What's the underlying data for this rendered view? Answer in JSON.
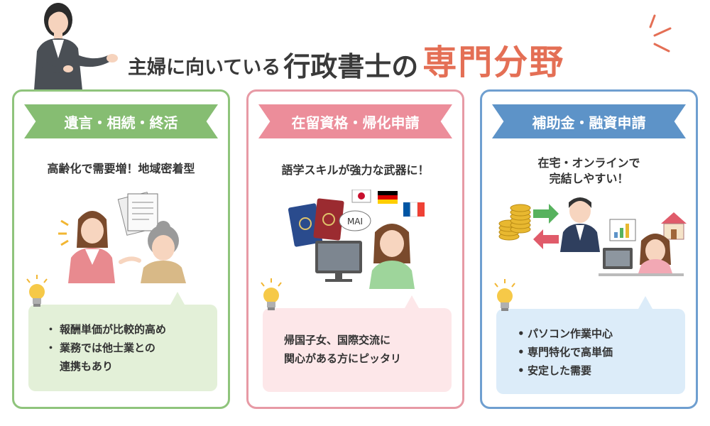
{
  "header": {
    "title_small": "主婦に向いている",
    "title_mid": "行政書士の",
    "title_big": "専門分野"
  },
  "cards": [
    {
      "title": "遺言・相続・終活",
      "subtitle_lines": [
        "高齢化で需要増！地域密着型"
      ],
      "items": [
        "報酬単価が比較的高め",
        "業務では他士業との",
        "連携もあり"
      ]
    },
    {
      "title": "在留資格・帰化申請",
      "subtitle_lines": [
        "語学スキルが強力な武器に！"
      ],
      "bubble_text": "MAI",
      "lines": [
        "帰国子女、国際交流に",
        "関心がある方にピッタリ"
      ]
    },
    {
      "title": "補助金・融資申請",
      "subtitle_lines": [
        "在宅・オンラインで",
        "完結しやすい！"
      ],
      "items": [
        "パソコン作業中心",
        "専門特化で高単価",
        "安定した需要"
      ]
    }
  ],
  "colors": {
    "green": "#86bd72",
    "pink": "#ec8d9a",
    "blue": "#5d93c8",
    "accent": "#e46f55"
  }
}
